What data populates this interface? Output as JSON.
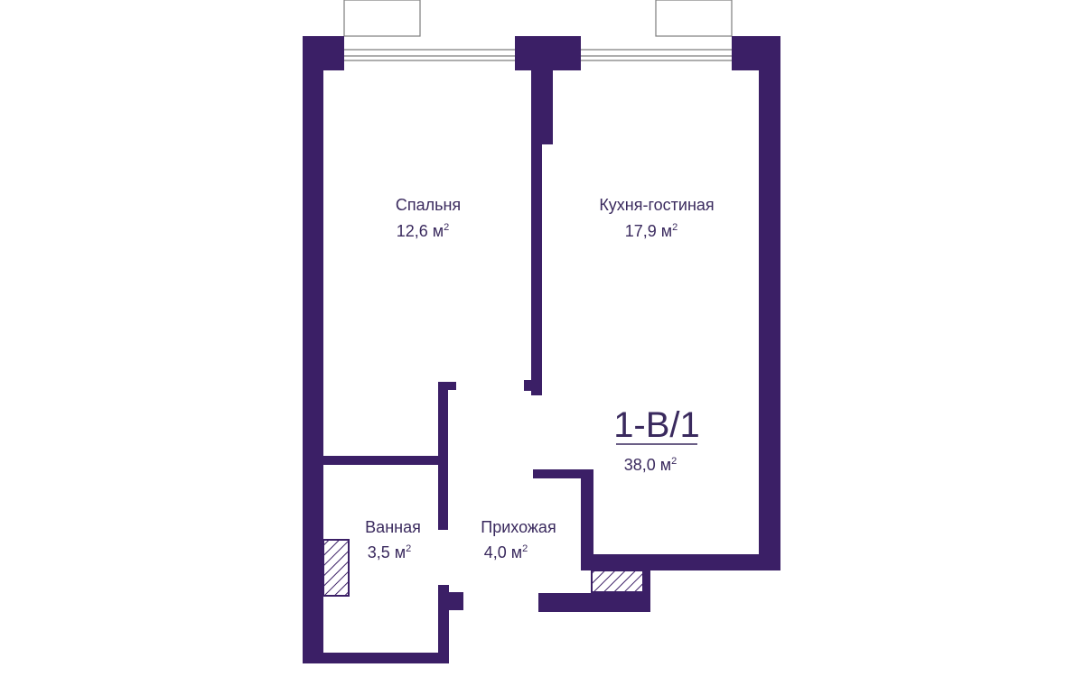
{
  "colors": {
    "wall": "#3b1f66",
    "text": "#3a2a5e",
    "window": "#7d7d7d",
    "background": "#ffffff"
  },
  "unit": {
    "code": "1-B/1",
    "total_area": "38,0 м",
    "area_unit_power": "2"
  },
  "rooms": {
    "bedroom": {
      "name": "Спальня",
      "area": "12,6 м",
      "power": "2"
    },
    "kitchen_living": {
      "name": "Кухня-гостиная",
      "area": "17,9 м",
      "power": "2"
    },
    "bathroom": {
      "name": "Ванная",
      "area": "3,5 м",
      "power": "2"
    },
    "hallway": {
      "name": "Прихожая",
      "area": "4,0 м",
      "power": "2"
    }
  }
}
